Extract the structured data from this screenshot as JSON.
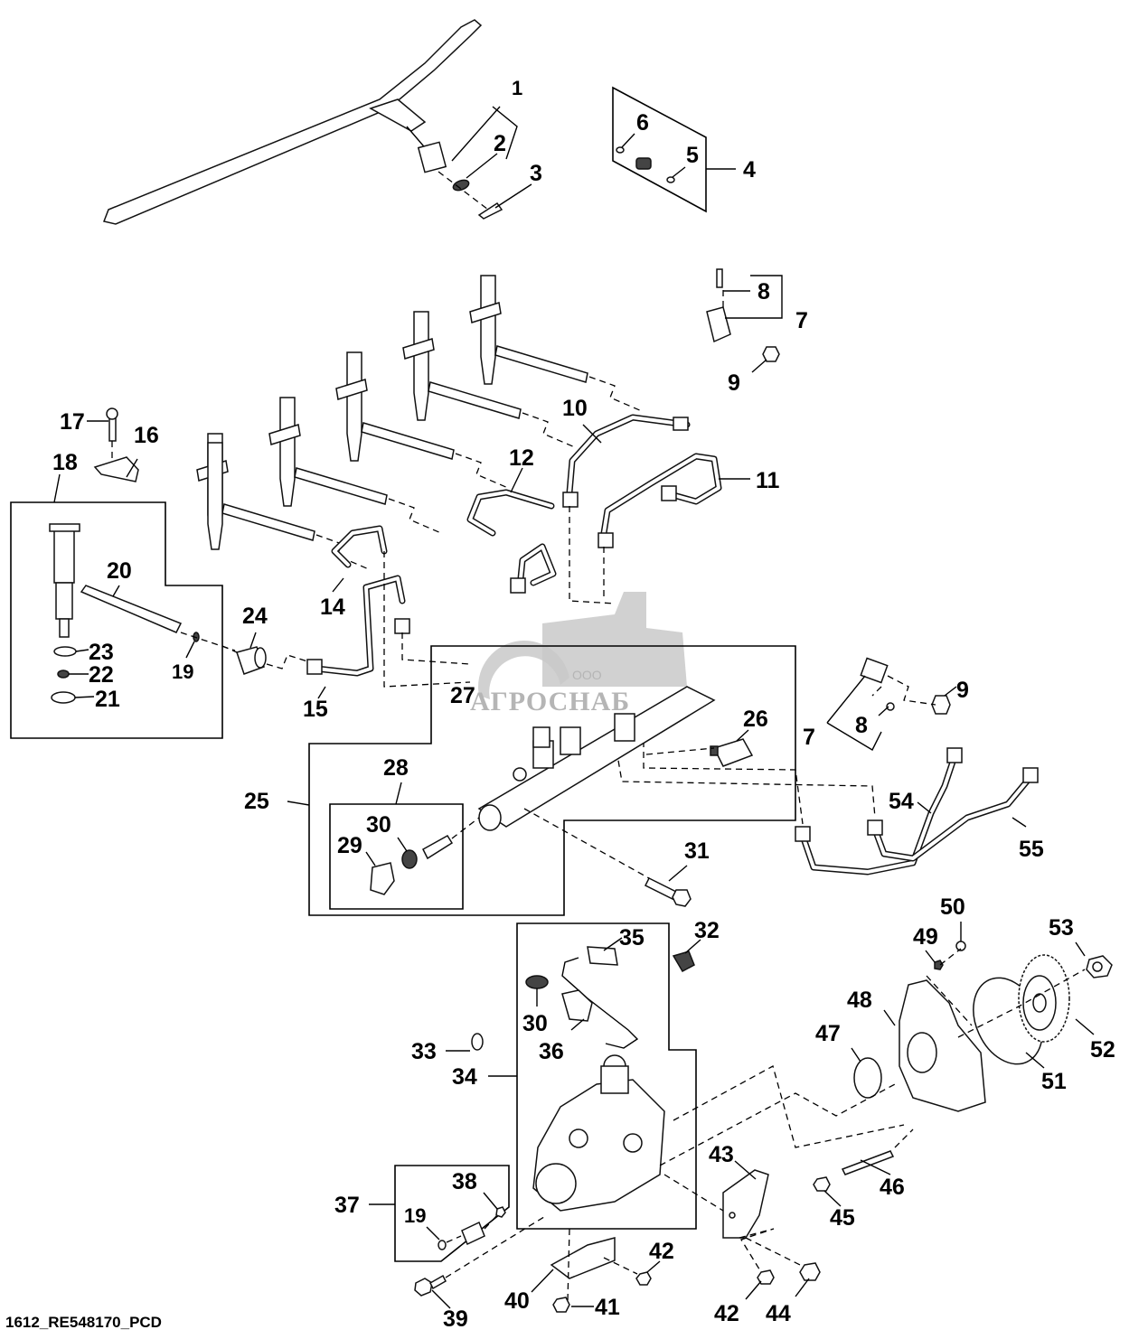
{
  "diagram": {
    "title_code": "1612_RE548170_PCD",
    "watermark": {
      "prefix": "ООО",
      "name": "АГРОСНАБ"
    },
    "callouts": [
      "1",
      "2",
      "3",
      "4",
      "5",
      "6",
      "7",
      "8",
      "9",
      "10",
      "11",
      "12",
      "14",
      "15",
      "16",
      "17",
      "18",
      "19",
      "20",
      "21",
      "22",
      "23",
      "24",
      "25",
      "26",
      "27",
      "28",
      "29",
      "30",
      "31",
      "32",
      "33",
      "34",
      "35",
      "36",
      "37",
      "38",
      "39",
      "40",
      "41",
      "42",
      "43",
      "44",
      "45",
      "46",
      "47",
      "48",
      "49",
      "50",
      "51",
      "52",
      "53",
      "54",
      "55"
    ],
    "labels": {
      "c1": "1",
      "c2": "2",
      "c3": "3",
      "c4": "4",
      "c5": "5",
      "c6": "6",
      "c7a": "7",
      "c8a": "8",
      "c9a": "9",
      "c7b": "7",
      "c8b": "8",
      "c9b": "9",
      "c10": "10",
      "c11": "11",
      "c12": "12",
      "c14": "14",
      "c15": "15",
      "c16": "16",
      "c17": "17",
      "c18": "18",
      "c19a": "19",
      "c20": "20",
      "c21": "21",
      "c22": "22",
      "c23": "23",
      "c24": "24",
      "c25": "25",
      "c26": "26",
      "c27": "27",
      "c28": "28",
      "c29": "29",
      "c30a": "30",
      "c30b": "30",
      "c31": "31",
      "c32": "32",
      "c33": "33",
      "c34": "34",
      "c35": "35",
      "c36": "36",
      "c37": "37",
      "c38": "38",
      "c19b": "19",
      "c39": "39",
      "c40": "40",
      "c41": "41",
      "c42a": "42",
      "c42b": "42",
      "c43": "43",
      "c44": "44",
      "c45": "45",
      "c46": "46",
      "c47": "47",
      "c48": "48",
      "c49": "49",
      "c50": "50",
      "c51": "51",
      "c52": "52",
      "c53": "53",
      "c54": "54",
      "c55": "55"
    }
  }
}
